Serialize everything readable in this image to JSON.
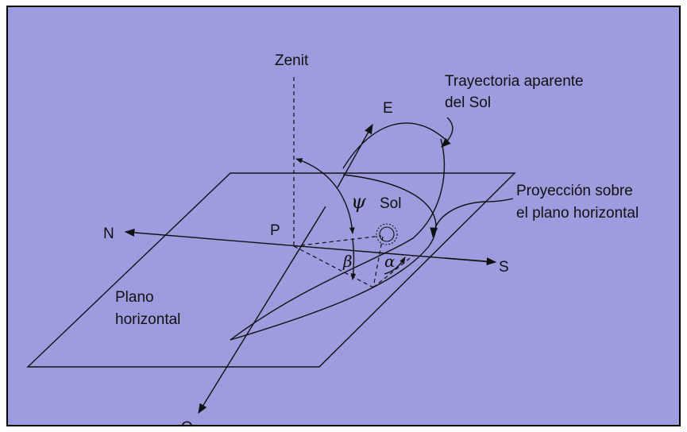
{
  "labels": {
    "zenit": "Zenit",
    "east": "E",
    "north": "N",
    "south": "S",
    "west": "O",
    "point_p": "P",
    "sol": "Sol",
    "trajectory_line1": "Trayectoria aparente",
    "trajectory_line2": "del Sol",
    "projection_line1": "Proyección sobre",
    "projection_line2": "el plano horizontal",
    "plane_line1": "Plano",
    "plane_line2": "horizontal",
    "psi": "ψ",
    "beta": "β",
    "alpha": "α"
  },
  "colors": {
    "background": "#9d9cde",
    "ink": "#111111",
    "frame_border": "#000000"
  }
}
